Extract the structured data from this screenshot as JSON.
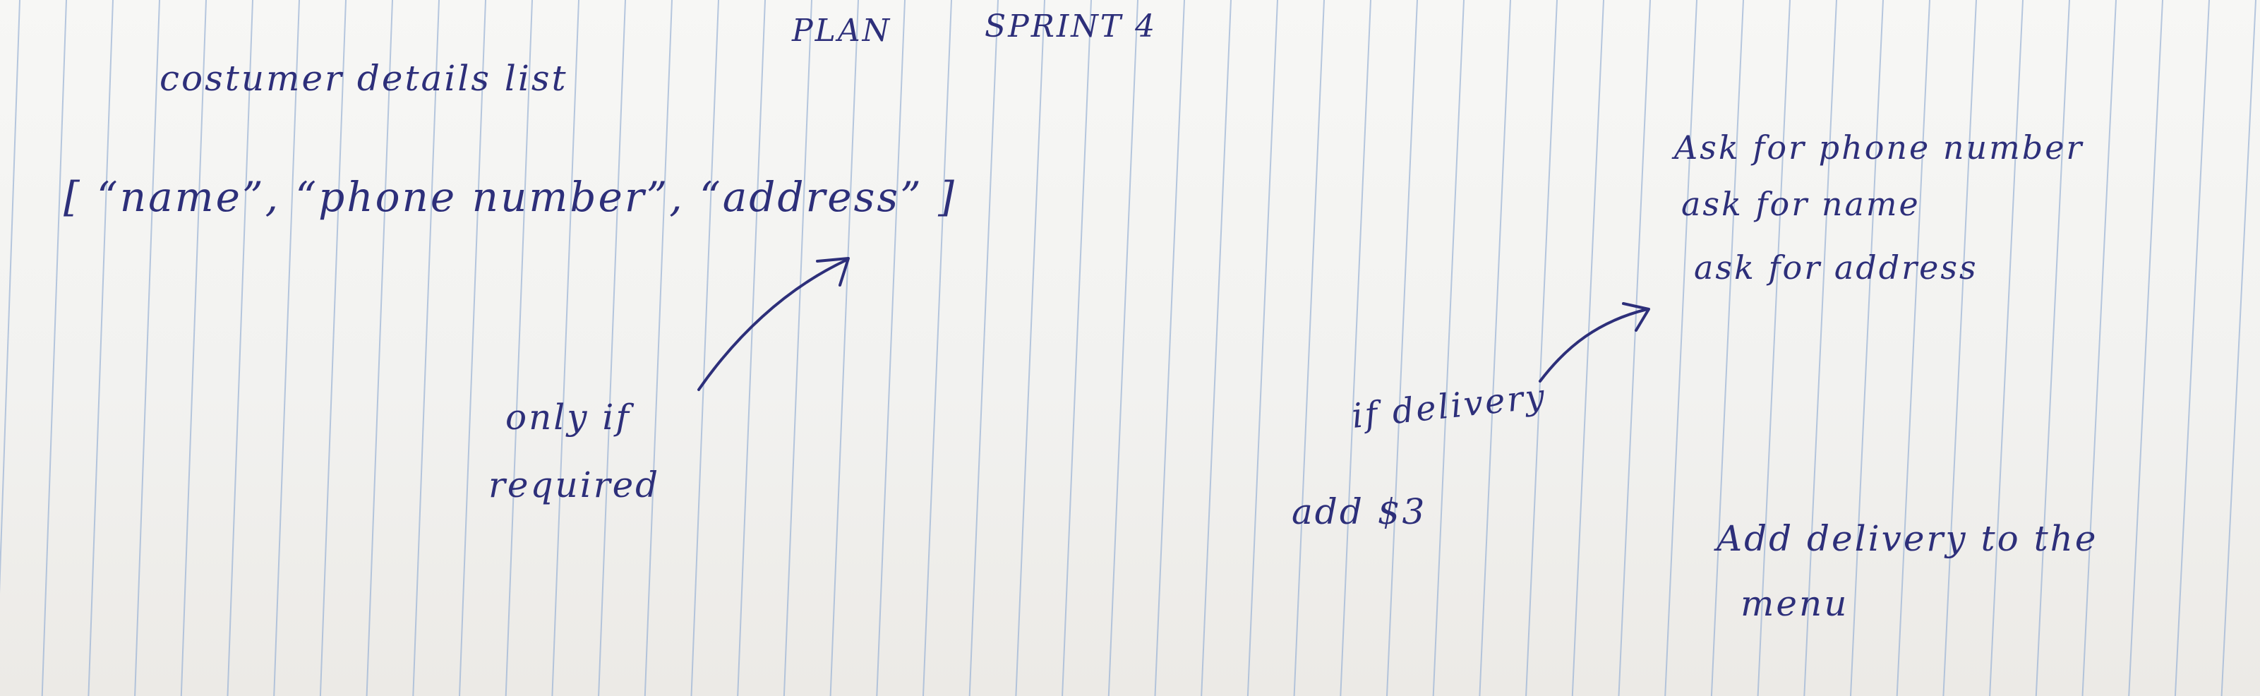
{
  "note": {
    "title_left": "PLAN",
    "title_right": "SPRINT 4",
    "list_heading": "costumer details list",
    "list_literal": "[ “name”, “phone number”, “address” ]",
    "annotation_required_line1": "only if",
    "annotation_required_line2": "required",
    "delivery_condition": "if delivery",
    "delivery_fee": "add $3",
    "steps": [
      "Ask for phone number",
      "ask for name",
      "ask for address"
    ],
    "menu_task_line1": "Add delivery to the",
    "menu_task_line2": "menu"
  },
  "colors": {
    "ink": "#2d2f7a",
    "paper": "#f3f3f1",
    "rule_line": "#9fb6d6"
  }
}
